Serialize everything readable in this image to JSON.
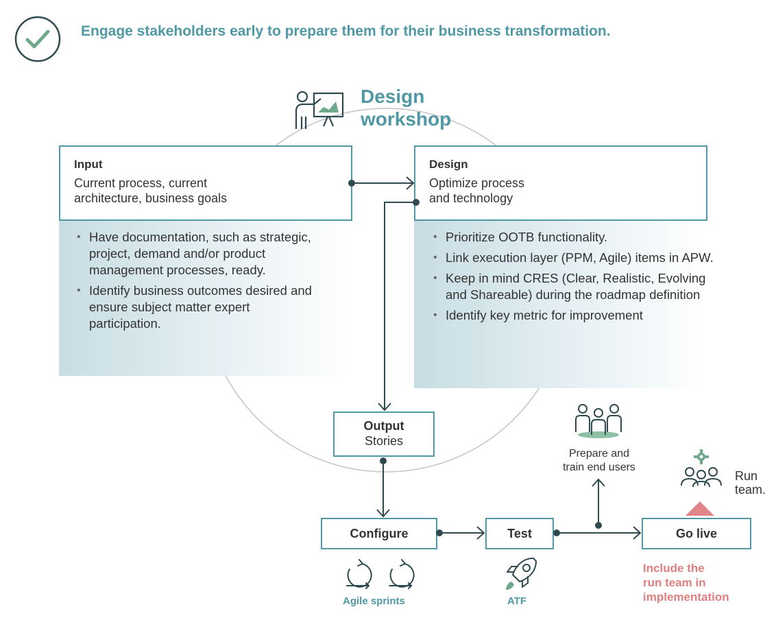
{
  "headline": "Engage stakeholders early to prepare them for their business transformation.",
  "workshop": {
    "title_line1": "Design",
    "title_line2": "workshop"
  },
  "input": {
    "title": "Input",
    "text_line1": "Current process, current",
    "text_line2": "architecture, business goals",
    "bullets": [
      "Have documentation, such as strategic, project, demand and/or product management processes, ready.",
      "Identify business outcomes desired and ensure subject matter expert participation."
    ]
  },
  "design": {
    "title": "Design",
    "text_line1": "Optimize process",
    "text_line2": "and technology",
    "bullets": [
      "Prioritize OOTB functionality.",
      "Link execution layer (PPM, Agile) items in APW.",
      "Keep in mind CRES (Clear, Realistic, Evolving and Shareable) during the roadmap definition",
      "Identify key metric for improvement"
    ]
  },
  "output": {
    "title": "Output",
    "subtitle": "Stories"
  },
  "configure": {
    "label": "Configure",
    "caption": "Agile sprints"
  },
  "test": {
    "label": "Test",
    "caption": "ATF"
  },
  "golive": {
    "label": "Go live",
    "caption_line1": "Include the",
    "caption_line2": "run team in",
    "caption_line3": "implementation"
  },
  "prepare": {
    "line1": "Prepare and",
    "line2": "train end users"
  },
  "runteam": {
    "line1": "Run",
    "line2": "team."
  },
  "colors": {
    "teal": "#4f98a4",
    "dark": "#2f4a4f",
    "pink": "#e07f80",
    "green": "#6fa88a"
  }
}
